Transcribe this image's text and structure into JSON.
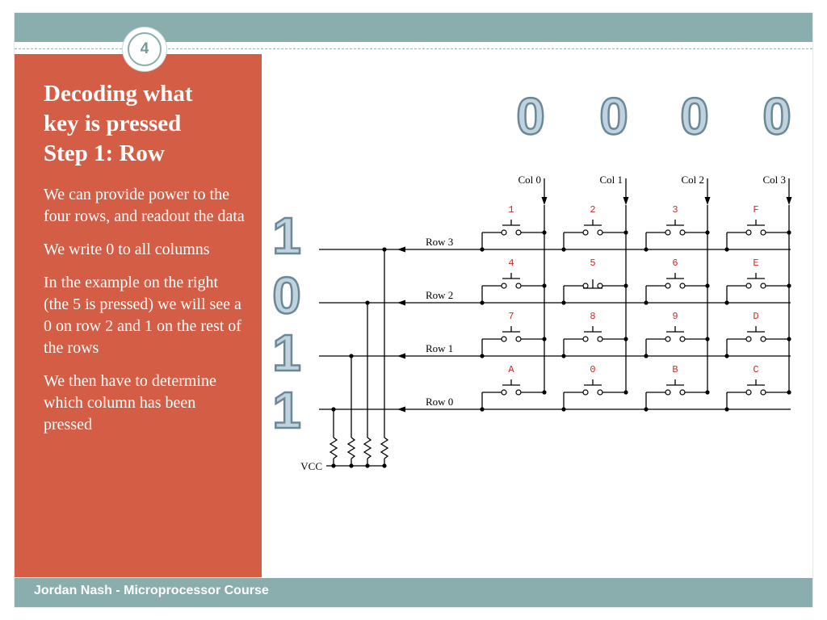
{
  "slide": {
    "number": "4",
    "title_lines": [
      "Decoding what",
      "key is pressed",
      "Step 1: Row"
    ],
    "paragraphs": [
      "We can provide power to the four rows, and readout the data",
      "We write 0 to all columns",
      "In the example on the right (the 5 is pressed) we will see a 0 on row 2 and 1 on the rest of the rows",
      "We then have to determine which column has been pressed"
    ],
    "footer": "Jordan Nash - Microprocessor Course"
  },
  "diagram": {
    "column_bits": [
      "0",
      "0",
      "0",
      "0"
    ],
    "row_bits": [
      "1",
      "0",
      "1",
      "1"
    ],
    "column_labels": [
      "Col 0",
      "Col 1",
      "Col 2",
      "Col 3"
    ],
    "row_labels": [
      "Row 3",
      "Row 2",
      "Row 1",
      "Row 0"
    ],
    "keys": [
      [
        "1",
        "2",
        "3",
        "F"
      ],
      [
        "4",
        "5",
        "6",
        "E"
      ],
      [
        "7",
        "8",
        "9",
        "D"
      ],
      [
        "A",
        "0",
        "B",
        "C"
      ]
    ],
    "pressed_key": "5",
    "supply_label": "VCC",
    "colors": {
      "panel": "#d45d45",
      "band": "#8aaeae",
      "key_text": "#cc2a2a",
      "digit_fill": "#bfd2de"
    }
  }
}
